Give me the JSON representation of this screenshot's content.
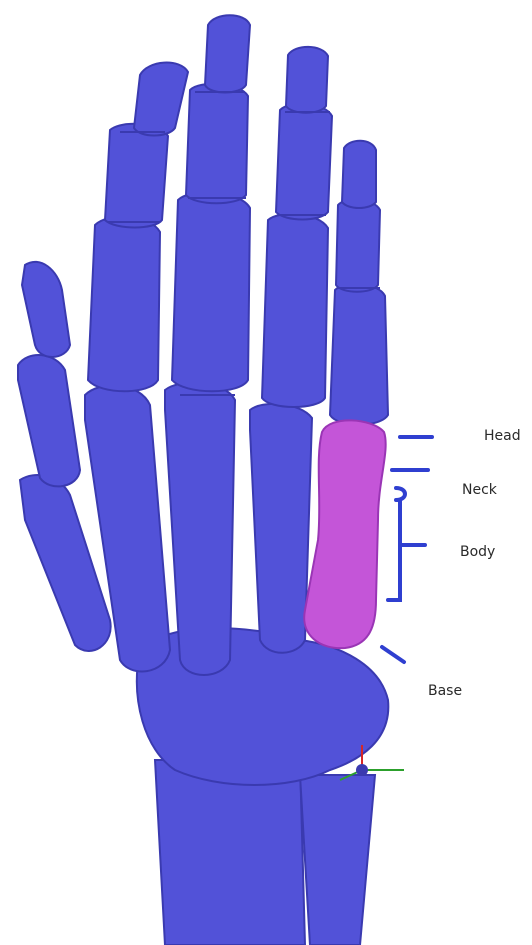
{
  "labels": {
    "head": "Head",
    "neck": "Neck",
    "body": "Body",
    "base": "Base"
  },
  "colors": {
    "bone": "#5252d8",
    "bone_edge": "#3a3ab0",
    "bone_shade": "#4141b8",
    "highlight": "#c455d8",
    "highlight_edge": "#9a35b5",
    "marker_lines": "#2f3fd0"
  }
}
